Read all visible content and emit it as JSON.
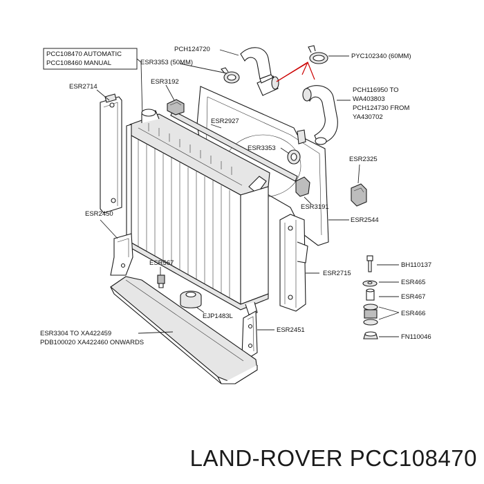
{
  "diagram": {
    "box_label_line1": "PCC108470 AUTOMATIC",
    "box_label_line2": "PCC108460 MANUAL",
    "labels": {
      "esr3353_top": "ESR3353 (50MM)",
      "pch124720": "PCH124720",
      "pyc102340": "PYC102340 (60MM)",
      "esr2714": "ESR2714",
      "esr3192": "ESR3192",
      "pch116950_1": "PCH116950 TO",
      "pch116950_2": "WA403803",
      "pch116950_3": "PCH124730 FROM",
      "pch116950_4": "YA430702",
      "esr2927": "ESR2927",
      "esr3353_mid": "ESR3353",
      "esr2325": "ESR2325",
      "esr3191": "ESR3191",
      "esr2544": "ESR2544",
      "esr2450": "ESR2450",
      "esr567": "ESR567",
      "bh110137": "BH110137",
      "esr2715": "ESR2715",
      "esr465": "ESR465",
      "esr467": "ESR467",
      "esr466": "ESR466",
      "ejp1483l": "EJP1483L",
      "esr2451": "ESR2451",
      "fn110046": "FN110046",
      "esr3304_1": "ESR3304 TO XA422459",
      "esr3304_2": "PDB100020 XA422460 ONWARDS"
    },
    "footer_title": "LAND-ROVER PCC108470"
  }
}
